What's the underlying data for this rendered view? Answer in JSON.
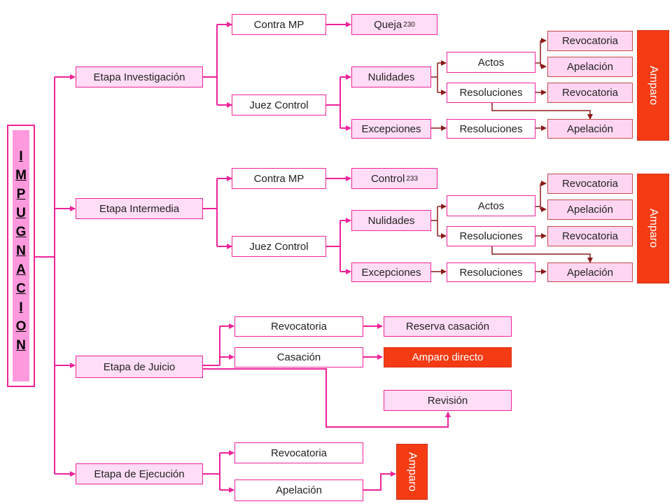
{
  "title_letters": [
    "I",
    "M",
    "P",
    "U",
    "G",
    "N",
    "A",
    "C",
    "I",
    "O",
    "N"
  ],
  "stages": {
    "investigacion": "Etapa Investigación",
    "intermedia": "Etapa Intermedia",
    "juicio": "Etapa de Juicio",
    "ejecucion": "Etapa de Ejecución"
  },
  "investigacion": {
    "contra_mp": "Contra MP",
    "queja": "Queja",
    "queja_num": "230",
    "juez_control": "Juez Control",
    "nulidades": "Nulidades",
    "excepciones": "Excepciones",
    "actos": "Actos",
    "resoluciones_1": "Resoluciones",
    "resoluciones_2": "Resoluciones",
    "revocatoria_1": "Revocatoria",
    "apelacion_1": "Apelación",
    "revocatoria_2": "Revocatoria",
    "apelacion_2": "Apelación",
    "amparo": "Amparo"
  },
  "intermedia": {
    "contra_mp": "Contra MP",
    "control": "Control",
    "control_num": "233",
    "juez_control": "Juez Control",
    "nulidades": "Nulidades",
    "excepciones": "Excepciones",
    "actos": "Actos",
    "resoluciones_1": "Resoluciones",
    "resoluciones_2": "Resoluciones",
    "revocatoria_1": "Revocatoria",
    "apelacion_1": "Apelación",
    "revocatoria_2": "Revocatoria",
    "apelacion_2": "Apelación",
    "amparo": "Amparo"
  },
  "juicio": {
    "revocatoria": "Revocatoria",
    "reserva_casacion": "Reserva casación",
    "casacion": "Casación",
    "amparo_directo": "Amparo directo",
    "revision": "Revisión"
  },
  "ejecucion": {
    "revocatoria": "Revocatoria",
    "apelacion": "Apelación",
    "amparo": "Amparo"
  },
  "colors": {
    "pink_line": "#ee2299",
    "dark_red_line": "#8b1a1a",
    "amparo_fill": "#f43b14",
    "light_pink_fill": "#ffddf6",
    "title_fill": "#ff99dd"
  }
}
